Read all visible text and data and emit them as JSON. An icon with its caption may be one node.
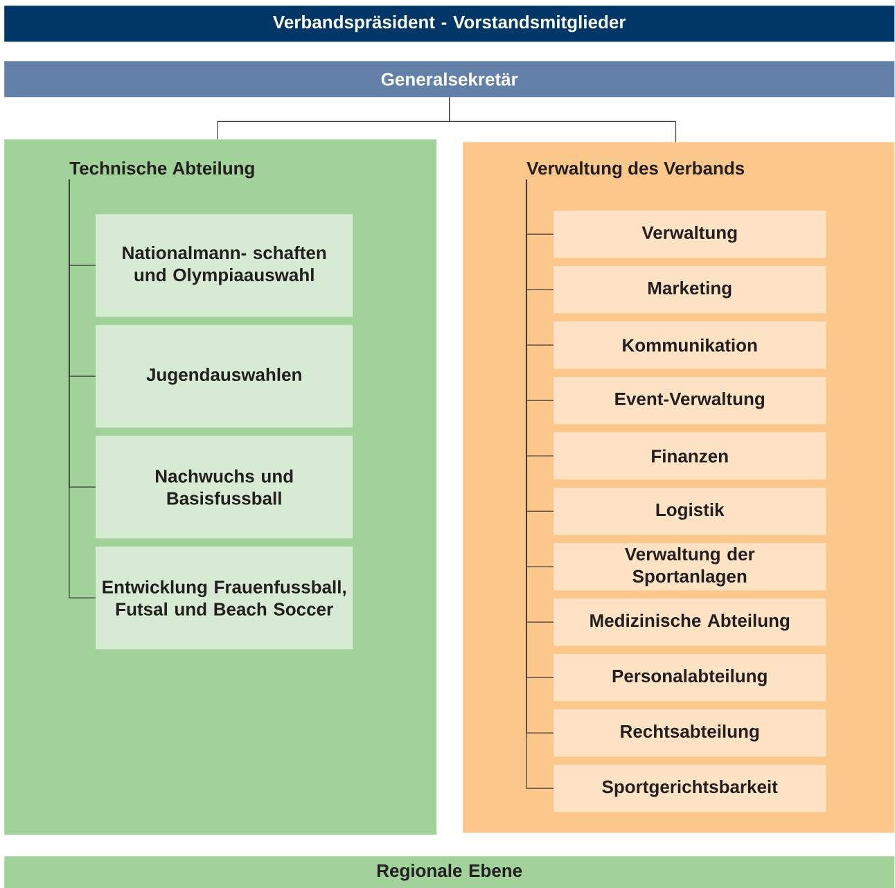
{
  "diagram": {
    "nodes": [
      {
        "text": [
          "Verbandspräsident - Vorstandsmitglieder"
        ]
      },
      {
        "text": [
          "Generalsekretär"
        ]
      },
      {
        "text": [],
        "shape": "box"
      },
      {
        "text": [
          "Technische Abteilung"
        ],
        "in": 2
      },
      {
        "text": [
          "Nationalmann- schaften und Olympiaauswahl"
        ],
        "in": 2
      },
      {
        "text": [
          "Jugendauswahlen"
        ],
        "in": 2
      },
      {
        "text": [
          "Nachwuchs und Basisfussball"
        ],
        "in": 2
      },
      {
        "text": [
          "Entwicklung Frauenfussball, Futsal und Beach Soccer"
        ],
        "in": 2
      },
      {
        "text": [],
        "shape": "box"
      },
      {
        "text": [
          "Verwaltung des Verbands"
        ],
        "in": 8
      },
      {
        "text": [
          "Verwaltung"
        ],
        "in": 8
      },
      {
        "text": [
          "Marketing"
        ],
        "in": 8
      },
      {
        "text": [
          "Kommunikation"
        ],
        "in": 8
      },
      {
        "text": [
          "Event-Verwaltung"
        ],
        "in": 8
      },
      {
        "text": [
          "Finanzen"
        ],
        "in": 8
      },
      {
        "text": [
          "Logistik"
        ],
        "in": 8
      },
      {
        "text": [
          "Verwaltung der Sportanlagen"
        ],
        "in": 8
      },
      {
        "text": [
          "Medizinische Abteilung"
        ],
        "in": 8
      },
      {
        "text": [
          "Personalabteilung"
        ],
        "in": 8
      },
      {
        "text": [
          "Rechtsabteilung"
        ],
        "in": 8
      },
      {
        "text": [
          "Sportgerichtsbarkeit"
        ],
        "in": 8
      },
      {
        "text": [
          "Regionale Ebene"
        ]
      }
    ],
    "edges": [
      {
        "from": 1,
        "to": 2,
        "arrow": "none"
      },
      {
        "from": 1,
        "to": 8,
        "arrow": "none"
      },
      {
        "from": 3,
        "to": 4,
        "arrow": "none"
      },
      {
        "from": 3,
        "to": 5,
        "arrow": "none"
      },
      {
        "from": 3,
        "to": 6,
        "arrow": "none"
      },
      {
        "from": 3,
        "to": 7,
        "arrow": "none"
      },
      {
        "from": 9,
        "to": 10,
        "arrow": "none"
      },
      {
        "from": 9,
        "to": 11,
        "arrow": "none"
      },
      {
        "from": 9,
        "to": 12,
        "arrow": "none"
      },
      {
        "from": 9,
        "to": 13,
        "arrow": "none"
      },
      {
        "from": 9,
        "to": 14,
        "arrow": "none"
      },
      {
        "from": 9,
        "to": 15,
        "arrow": "none"
      },
      {
        "from": 9,
        "to": 16,
        "arrow": "none"
      },
      {
        "from": 9,
        "to": 17,
        "arrow": "none"
      },
      {
        "from": 9,
        "to": 18,
        "arrow": "none"
      },
      {
        "from": 9,
        "to": 19,
        "arrow": "none"
      },
      {
        "from": 9,
        "to": 20,
        "arrow": "none"
      }
    ]
  }
}
